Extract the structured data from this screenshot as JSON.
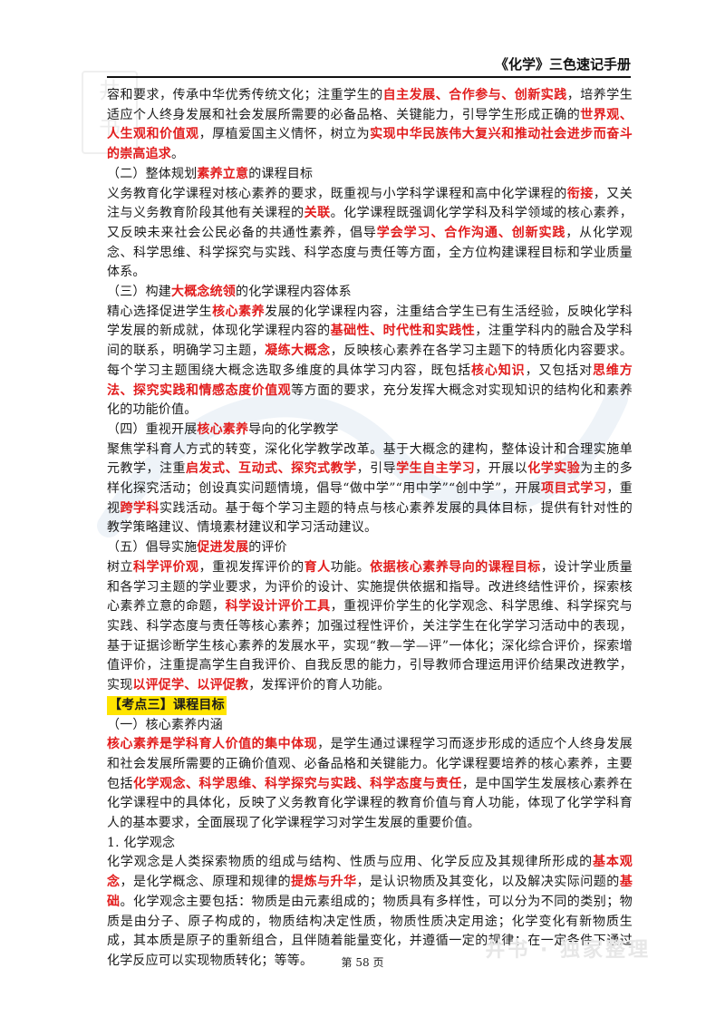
{
  "header": {
    "title": "《化学》三色速记手册"
  },
  "watermark": {
    "brand": "井书 · 独家整理",
    "seal": "井书"
  },
  "footer": {
    "page": "第 58 页"
  },
  "colors": {
    "red": "#e21d1d",
    "highlight": "#ffe400"
  },
  "body": {
    "p1": [
      "容和要求，传承中华优秀传统文化；注重学生的",
      "自主发展、合作参与、创新实践",
      "，培养学生适应个人终身发展和社会发展所需要的必备品格、关键能力，引导学生形成正确的",
      "世界观、人生观和价值观",
      "，厚植爱国主义情怀，树立为",
      "实现中华民族伟大复兴和推动社会进步而奋斗的崇高追求",
      "。"
    ],
    "h2": [
      "（二）整体规划",
      "素养立意",
      "的课程目标"
    ],
    "p2": [
      "义务教育化学课程对核心素养的要求，既重视与小学科学课程和高中化学课程的",
      "衔接",
      "，又关注与义务教育阶段其他有关课程的",
      "关联",
      "。化学课程既强调化学学科及科学领域的核心素养，又反映未来社会公民必备的共通性素养，倡导",
      "学会学习、合作沟通、创新实践",
      "，从化学观念、科学思维、科学探究与实践、科学态度与责任等方面，全方位构建课程目标和学业质量体系。"
    ],
    "h3": [
      "（三）构建",
      "大概念统领",
      "的化学课程内容体系"
    ],
    "p3": [
      "精心选择促进学生",
      "核心素养",
      "发展的化学课程内容，注重结合学生已有生活经验，反映化学科学发展的新成就，体现化学课程内容的",
      "基础性、时代性和实践性",
      "，注重学科内的融合及学科间的联系，明确学习主题，",
      "凝练大概念",
      "，反映核心素养在各学习主题下的特质化内容要求。每个学习主题围绕大概念选取多维度的具体学习内容，既包括",
      "核心知识",
      "，又包括对",
      "思维方法、探究实践和情感态度价值观",
      "等方面的要求，充分发挥大概念对实现知识的结构化和素养化的功能价值。"
    ],
    "h4": [
      "（四）重视开展",
      "核心素养",
      "导向的化学教学"
    ],
    "p4": [
      "聚焦学科育人方式的转变，深化化学教学改革。基于大概念的建构，整体设计和合理实施单元教学，注重",
      "启发式、互动式、探究式教学",
      "，引导",
      "学生自主学习",
      "，开展以",
      "化学实验",
      "为主的多样化探究活动；创设真实问题情境，倡导“做中学”“用中学”“创中学”，开展",
      "项目式学习",
      "，重视",
      "跨学科",
      "实践活动。基于每个学习主题的特点与核心素养发展的具体目标，提供有针对性的教学策略建议、情境素材建议和学习活动建议。"
    ],
    "h5": [
      "（五）倡导实施",
      "促进发展",
      "的评价"
    ],
    "p5": [
      "树立",
      "科学评价观",
      "，重视发挥评价的",
      "育人",
      "功能。",
      "依据核心素养导向的课程目标",
      "，设计学业质量和各学习主题的学业要求，为评价的设计、实施提供依据和指导。改进终结性评价，探索核心素养立意的命题，",
      "科学设计评价工具",
      "，重视评价学生的化学观念、科学思维、科学探究与实践、科学态度与责任等核心素养；加强过程性评价，关注学生在化学学习活动中的表现，基于证据诊断学生核心素养的发展水平，实现“教—学—评”一体化；深化综合评价，探索增值评价，注重提高学生自我评价、自我反思的能力，引导教师合理运用评价结果改进教学，实现",
      "以评促学、以评促教",
      "，发挥评价的育人功能。"
    ],
    "section": "【考点三】课程目标",
    "h6": "（一）核心素养内涵",
    "p6": [
      "核心素养是学科育人价值的集中体现",
      "，是学生通过课程学习而逐步形成的适应个人终身发展和社会发展所需要的正确价值观、必备品格和关键能力。化学课程要培养的核心素养，主要包括",
      "化学观念、科学思维、科学探究与实践、科学态度与责任",
      "，是中国学生发展核心素养在化学课程中的具体化，反映了义务教育化学课程的教育价值与育人功能，体现了化学学科育人的基本要求，全面展现了化学课程学习对学生发展的重要价值。"
    ],
    "h7": "1. 化学观念",
    "p7": [
      "化学观念是人类探索物质的组成与结构、性质与应用、化学反应及其规律所形成的",
      "基本观念",
      "，是化学概念、原理和规律的",
      "提炼与升华",
      "，是认识物质及其变化，以及解决实际问题的",
      "基础",
      "。化学观念主要包括：物质是由元素组成的；物质具有多样性，可以分为不同的类别；物质是由分子、原子构成的，物质结构决定性质，物质性质决定用途；化学变化有新物质生成，其本质是原子的重新组合，且伴随着能量变化，并遵循一定的规律；在一定条件下通过化学反应可以实现物质转化；等等。"
    ]
  }
}
